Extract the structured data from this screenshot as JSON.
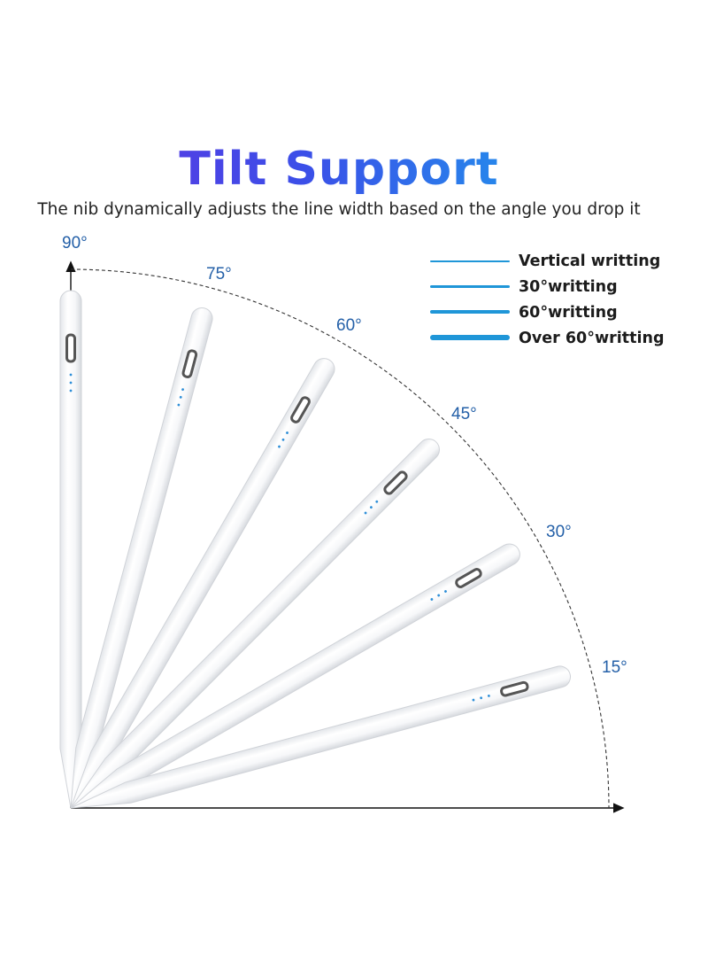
{
  "header": {
    "title": "Tilt Support",
    "subtitle": "The nib dynamically adjusts the line width based on the angle you drop it"
  },
  "angle_labels": [
    "90°",
    "75°",
    "60°",
    "45°",
    "30°",
    "15°"
  ],
  "legend": [
    {
      "label": "Vertical writting"
    },
    {
      "label": "30°writting"
    },
    {
      "label": "60°writting"
    },
    {
      "label": "Over 60°writting"
    }
  ],
  "colors": {
    "title_gradient_start": "#6a2fe0",
    "title_gradient_end": "#14b8ee",
    "angle_label": "#2460a8",
    "legend_line": "#1f96d8",
    "indicator_dots": "#2f8fd8"
  },
  "icons": {
    "stylus": "stylus-pen-icon",
    "charge_port": "charge-port-icon",
    "indicator": "indicator-dots-icon"
  }
}
